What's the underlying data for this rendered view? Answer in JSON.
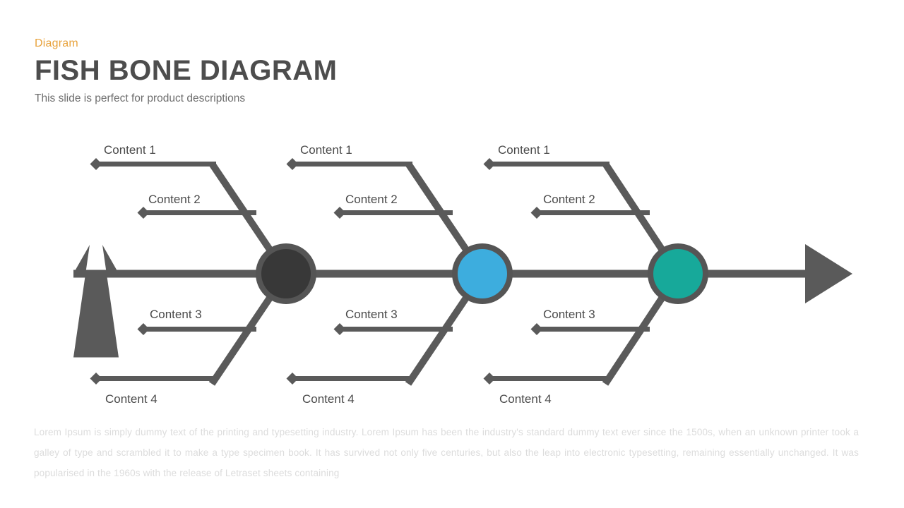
{
  "header": {
    "kicker": "Diagram",
    "title": "FISH BONE DIAGRAM",
    "subtitle": "This slide is perfect for product descriptions"
  },
  "colors": {
    "accent_orange": "#E8A33D",
    "title_gray": "#4D4D4D",
    "subtitle_gray": "#6E6E6E",
    "bone_gray": "#5A5A5A",
    "label_gray": "#4A4A4A",
    "footer_gray": "#DCDCDC",
    "node_1": "#383838",
    "node_2": "#3DADDE",
    "node_3": "#17A99A",
    "node_ring": "#555555",
    "background": "#FFFFFF"
  },
  "diagram": {
    "type": "fishbone",
    "spine_label": "main-spine-arrow",
    "tail_icon": "arrow-fletching-icon",
    "head_icon": "arrow-head-icon",
    "bone_endpoint_icon": "diamond-marker-icon",
    "groups": [
      {
        "id": "group-1",
        "node_color_key": "node_1",
        "bones": [
          {
            "position": "top-outer",
            "label": "Content 1"
          },
          {
            "position": "top-inner",
            "label": "Content 2"
          },
          {
            "position": "bottom-inner",
            "label": "Content 3"
          },
          {
            "position": "bottom-outer",
            "label": "Content 4"
          }
        ]
      },
      {
        "id": "group-2",
        "node_color_key": "node_2",
        "bones": [
          {
            "position": "top-outer",
            "label": "Content 1"
          },
          {
            "position": "top-inner",
            "label": "Content 2"
          },
          {
            "position": "bottom-inner",
            "label": "Content 3"
          },
          {
            "position": "bottom-outer",
            "label": "Content 4"
          }
        ]
      },
      {
        "id": "group-3",
        "node_color_key": "node_3",
        "bones": [
          {
            "position": "top-outer",
            "label": "Content 1"
          },
          {
            "position": "top-inner",
            "label": "Content 2"
          },
          {
            "position": "bottom-inner",
            "label": "Content 3"
          },
          {
            "position": "bottom-outer",
            "label": "Content 4"
          }
        ]
      }
    ]
  },
  "footer": {
    "text": "Lorem Ipsum is simply dummy text of the printing and typesetting industry. Lorem Ipsum has been the industry's standard dummy text ever since the 1500s, when an unknown printer took a galley of type and scrambled it to make a type specimen book. It has survived not only five centuries, but also the leap into electronic typesetting, remaining essentially unchanged. It was popularised in the 1960s with the release of Letraset sheets containing"
  }
}
